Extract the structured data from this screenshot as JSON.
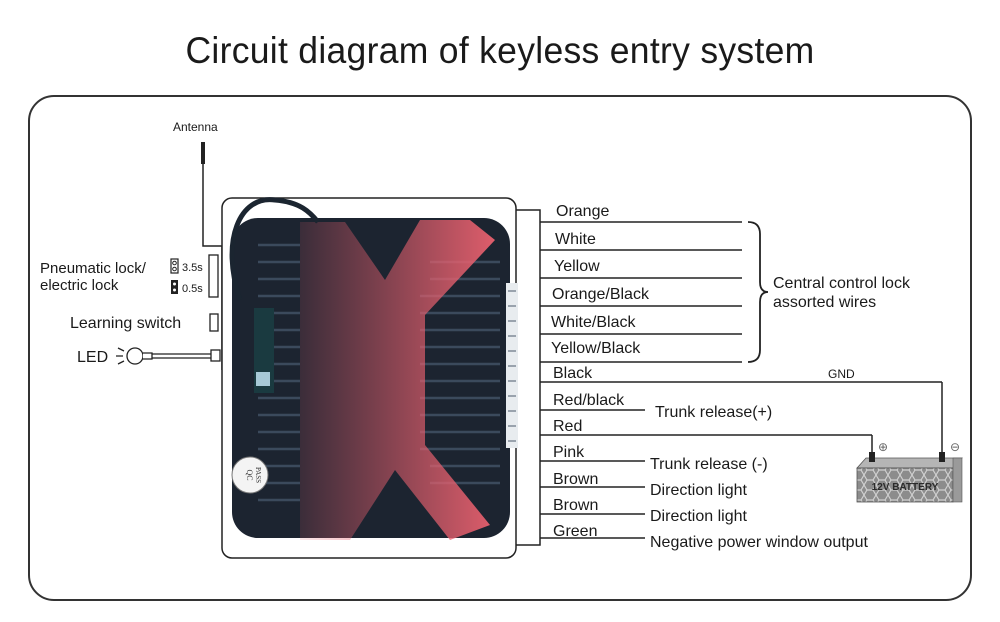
{
  "title": "Circuit diagram of keyless entry system",
  "antenna": {
    "label": "Antenna"
  },
  "left_controls": {
    "lock_type_label_1": "Pneumatic lock/",
    "lock_type_label_2": "electric lock",
    "jumper_option_1": "3.5s",
    "jumper_option_2": "0.5s",
    "learning_switch": "Learning switch",
    "led": "LED"
  },
  "module": {
    "badge_line_1": "QC",
    "badge_line_2": "PASS",
    "colors": {
      "body": "#1c2430",
      "accent": "#e8606e"
    }
  },
  "wires": [
    {
      "color": "Orange"
    },
    {
      "color": "White"
    },
    {
      "color": "Yellow"
    },
    {
      "color": "Orange/Black"
    },
    {
      "color": "White/Black"
    },
    {
      "color": "Yellow/Black"
    },
    {
      "color": "Black"
    },
    {
      "color": "Red/black"
    },
    {
      "color": "Red"
    },
    {
      "color": "Pink"
    },
    {
      "color": "Brown"
    },
    {
      "color": "Brown"
    },
    {
      "color": "Green"
    }
  ],
  "functions": {
    "central_lock_1": "Central control lock",
    "central_lock_2": "assorted wires",
    "gnd": "GND",
    "trunk_plus": "Trunk release(+)",
    "trunk_minus": "Trunk release (-)",
    "direction_1": "Direction light",
    "direction_2": "Direction light",
    "power_window": "Negative power window output"
  },
  "battery": {
    "label": "12V BATTERY",
    "positive": "⊕",
    "negative": "⊖"
  }
}
